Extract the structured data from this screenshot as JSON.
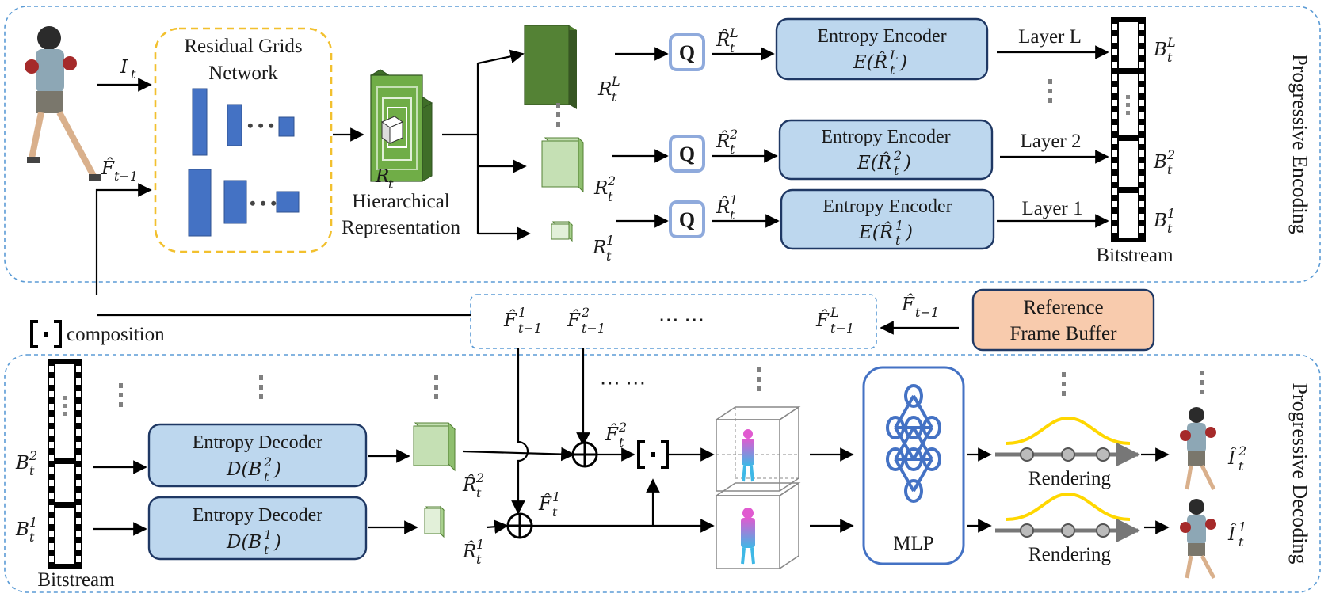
{
  "encoder": {
    "section_label": "Progressive Encoding",
    "input_label": "I",
    "input_sub": "t",
    "prev_frame": {
      "base": "F̂",
      "sub": "t−1"
    },
    "network_title_1": "Residual Grids",
    "network_title_2": "Network",
    "rep": {
      "base": "R",
      "sub": "t"
    },
    "rep_title_1": "Hierarchical",
    "rep_title_2": "Representation",
    "layers": [
      {
        "r_base": "R",
        "r_sub": "t",
        "r_sup": "L",
        "q": "Q",
        "rhat": "R̂",
        "rhat_sub": "t",
        "rhat_sup": "L",
        "enc_title": "Entropy Encoder",
        "enc_func": "E(R̂",
        "enc_sub": "t",
        "enc_sup": "L",
        "enc_close": ")",
        "layer_label": "Layer L",
        "b_base": "B",
        "b_sub": "t",
        "b_sup": "L"
      },
      {
        "r_base": "R",
        "r_sub": "t",
        "r_sup": "2",
        "q": "Q",
        "rhat": "R̂",
        "rhat_sub": "t",
        "rhat_sup": "2",
        "enc_title": "Entropy Encoder",
        "enc_func": "E(R̂",
        "enc_sub": "t",
        "enc_sup": "2",
        "enc_close": ")",
        "layer_label": "Layer 2",
        "b_base": "B",
        "b_sub": "t",
        "b_sup": "2"
      },
      {
        "r_base": "R",
        "r_sub": "t",
        "r_sup": "1",
        "q": "Q",
        "rhat": "R̂",
        "rhat_sub": "t",
        "rhat_sup": "1",
        "enc_title": "Entropy Encoder",
        "enc_func": "E(R̂",
        "enc_sub": "t",
        "enc_sup": "1",
        "enc_close": ")",
        "layer_label": "Layer 1",
        "b_base": "B",
        "b_sub": "t",
        "b_sup": "1"
      }
    ],
    "bitstream_label": "Bitstream"
  },
  "buffer": {
    "title_1": "Reference",
    "title_2": "Frame Buffer",
    "out_label": {
      "base": "F̂",
      "sub": "t−1"
    },
    "items": [
      {
        "base": "F̂",
        "sub": "t−1",
        "sup": "1"
      },
      {
        "base": "F̂",
        "sub": "t−1",
        "sup": "2"
      },
      {
        "base": "F̂",
        "sub": "t−1",
        "sup": "L"
      }
    ],
    "ellipsis": "⋯ ⋯"
  },
  "legend": {
    "composition": "composition"
  },
  "decoder": {
    "section_label": "Progressive Decoding",
    "bitstream_label": "Bitstream",
    "b_inputs": [
      {
        "base": "B",
        "sub": "t",
        "sup": "2"
      },
      {
        "base": "B",
        "sub": "t",
        "sup": "1"
      }
    ],
    "decoders": [
      {
        "title": "Entropy Decoder",
        "func": "D(B",
        "sub": "t",
        "sup": "2",
        "close": ")"
      },
      {
        "title": "Entropy Decoder",
        "func": "D(B",
        "sub": "t",
        "sup": "1",
        "close": ")"
      }
    ],
    "rhat": [
      {
        "base": "R̂",
        "sub": "t",
        "sup": "2"
      },
      {
        "base": "R̂",
        "sub": "t",
        "sup": "1"
      }
    ],
    "fhat": [
      {
        "base": "F̂",
        "sub": "t",
        "sup": "2"
      },
      {
        "base": "F̂",
        "sub": "t",
        "sup": "1"
      }
    ],
    "mlp_label": "MLP",
    "rendering_label": "Rendering",
    "outputs": [
      {
        "base": "Î",
        "sub": "t",
        "sup": "2"
      },
      {
        "base": "Î",
        "sub": "t",
        "sup": "1"
      }
    ],
    "ellipsis": "⋯ ⋯"
  },
  "colors": {
    "panel_border": "#5b9bd5",
    "box_fill": "#bdd7ee",
    "box_border": "#1f3864",
    "grid_blue": "#4472c4",
    "dashed_yellow": "#f2c02e",
    "buffer_fill": "#f8cbad",
    "q_border": "#8faadc",
    "cube_dark": "#548235",
    "cube_mid": "#a9d18e",
    "cube_light": "#e2f0d9"
  }
}
